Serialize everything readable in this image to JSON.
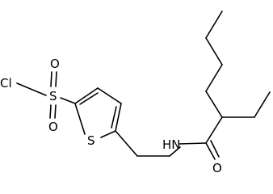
{
  "structure": {
    "atoms": {
      "chlorine": "Cl",
      "sulfur_sulfonyl": "S",
      "oxygen_top": "O",
      "oxygen_bottom": "O",
      "sulfur_thiophene": "S",
      "amide_nh": "HN",
      "amide_oxygen": "O"
    },
    "colors": {
      "bond": "#000000",
      "label": "#000000",
      "background": "#ffffff"
    }
  }
}
